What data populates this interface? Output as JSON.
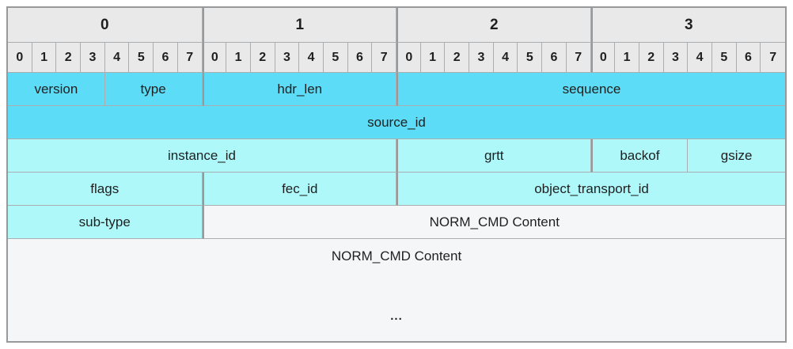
{
  "palette": {
    "page_bg": "#ffffff",
    "header_gray": "#e9e9ea",
    "dark_cyan": "#5cdcf6",
    "pale_cyan": "#aef8fa",
    "content_gray": "#f5f6f8",
    "border": "#abaeb0",
    "border_strong": "#97999b",
    "text": "#1f1f1f"
  },
  "byte_header": [
    "0",
    "1",
    "2",
    "3"
  ],
  "bit_header": [
    "0",
    "1",
    "2",
    "3",
    "4",
    "5",
    "6",
    "7",
    "0",
    "1",
    "2",
    "3",
    "4",
    "5",
    "6",
    "7",
    "0",
    "1",
    "2",
    "3",
    "4",
    "5",
    "6",
    "7",
    "0",
    "1",
    "2",
    "3",
    "4",
    "5",
    "6",
    "7"
  ],
  "field_rows": [
    {
      "cells": [
        {
          "label": "version",
          "bits": 4,
          "tone": "dark"
        },
        {
          "label": "type",
          "bits": 4,
          "tone": "dark"
        },
        {
          "label": "hdr_len",
          "bits": 8,
          "tone": "dark"
        },
        {
          "label": "sequence",
          "bits": 16,
          "tone": "dark"
        }
      ]
    },
    {
      "cells": [
        {
          "label": "source_id",
          "bits": 32,
          "tone": "dark"
        }
      ]
    },
    {
      "cells": [
        {
          "label": "instance_id",
          "bits": 16,
          "tone": "pale"
        },
        {
          "label": "grtt",
          "bits": 8,
          "tone": "pale"
        },
        {
          "label": "backof",
          "bits": 4,
          "tone": "pale"
        },
        {
          "label": "gsize",
          "bits": 4,
          "tone": "pale"
        }
      ]
    },
    {
      "cells": [
        {
          "label": "flags",
          "bits": 8,
          "tone": "pale"
        },
        {
          "label": "fec_id",
          "bits": 8,
          "tone": "pale"
        },
        {
          "label": "object_transport_id",
          "bits": 16,
          "tone": "pale"
        }
      ]
    },
    {
      "cells": [
        {
          "label": "sub-type",
          "bits": 8,
          "tone": "pale"
        },
        {
          "label": "NORM_CMD Content",
          "bits": 24,
          "tone": "plain"
        }
      ]
    }
  ],
  "content_area": {
    "label": "NORM_CMD Content",
    "ellipsis": "..."
  }
}
